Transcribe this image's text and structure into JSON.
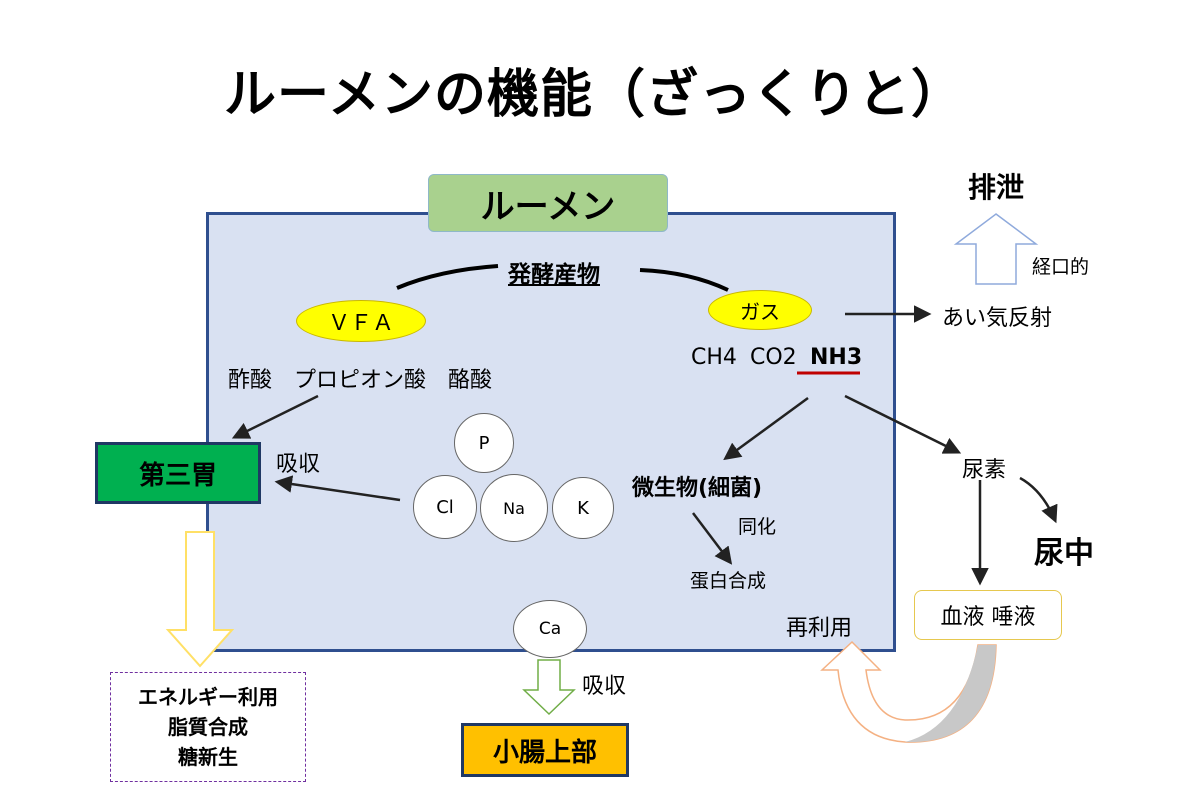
{
  "title": "ルーメンの機能（ざっくりと）",
  "rumen": {
    "label": "ルーメン"
  },
  "fermentation": {
    "label": "発酵産物"
  },
  "vfa": {
    "label": "ＶＦＡ",
    "acids": "酢酸　プロピオン酸　酪酸"
  },
  "gas": {
    "label": "ガス",
    "ch4": "CH4",
    "co2": "CO2",
    "nh3": "NH3"
  },
  "minerals": {
    "p": "P",
    "cl": "Cl",
    "na": "Na",
    "k": "K",
    "ca": "Ca"
  },
  "absorption_label": "吸収",
  "absorption_label_bottom": "吸収",
  "omasum": {
    "label": "第三胃"
  },
  "small_intestine": {
    "label": "小腸上部"
  },
  "energy": {
    "line1": "エネルギー利用",
    "line2": "脂質合成",
    "line3": "糖新生"
  },
  "microbes": {
    "label": "微生物(細菌)",
    "assimilation": "同化",
    "protein": "蛋白合成"
  },
  "reuse": "再利用",
  "eructation": "あい気反射",
  "excretion": {
    "label": "排泄",
    "oral": "経口的"
  },
  "urea": "尿素",
  "urine": "尿中",
  "blood": "血液  唾液",
  "colors": {
    "rumen_bg": "#d9e1f2",
    "rumen_border": "#2f4f8f",
    "label_green": "#a9d18e",
    "vfa_yellow": "#ffff00",
    "omasum_green": "#00b050",
    "intestine_orange": "#ffc000",
    "nh3_underline": "#c00000"
  }
}
